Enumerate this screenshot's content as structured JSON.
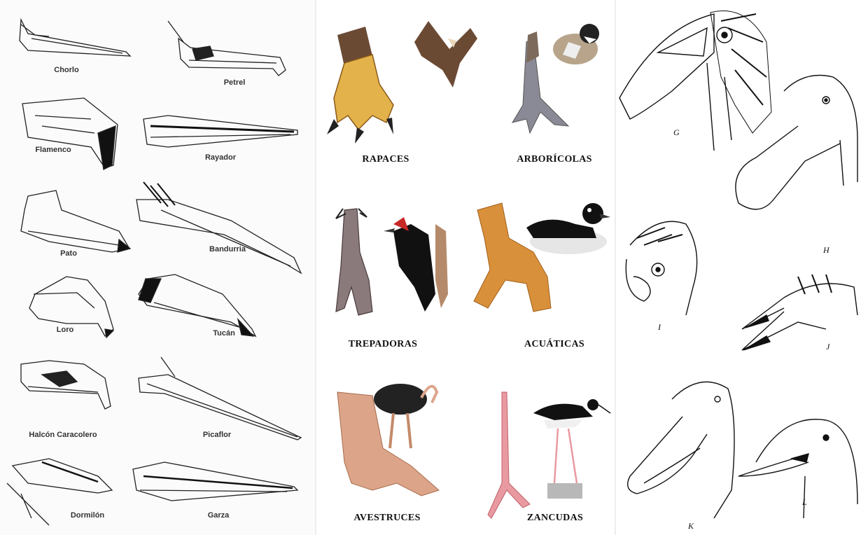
{
  "beaks": {
    "chorlo": "Chorlo",
    "petrel": "Petrel",
    "flamenco": "Flamenco",
    "rayador": "Rayador",
    "pato": "Pato",
    "bandurria": "Bandurria",
    "loro": "Loro",
    "tucan": "Tucán",
    "halcon": "Halcón Caracolero",
    "picaflor": "Picaflor",
    "dormilon": "Dormilón",
    "garza": "Garza"
  },
  "feet": {
    "rapaces": "RAPACES",
    "arboricolas": "ARBORÍCOLAS",
    "trepadoras": "TREPADORAS",
    "acuaticas": "ACUÁTICAS",
    "avestruces": "AVESTRUCES",
    "zancudas": "ZANCUDAS"
  },
  "heads": {
    "g": "G",
    "h": "H",
    "i": "I",
    "j": "J",
    "k": "K",
    "l": "L"
  },
  "colors": {
    "talon_yellow": "#e3b24a",
    "feather_brown": "#6b4a34",
    "woody_gray": "#8a7a7c",
    "duck_orange": "#d9903a",
    "ostrich_skin": "#dca58a",
    "stilt_pink": "#e89aa0",
    "ink": "#111111"
  }
}
